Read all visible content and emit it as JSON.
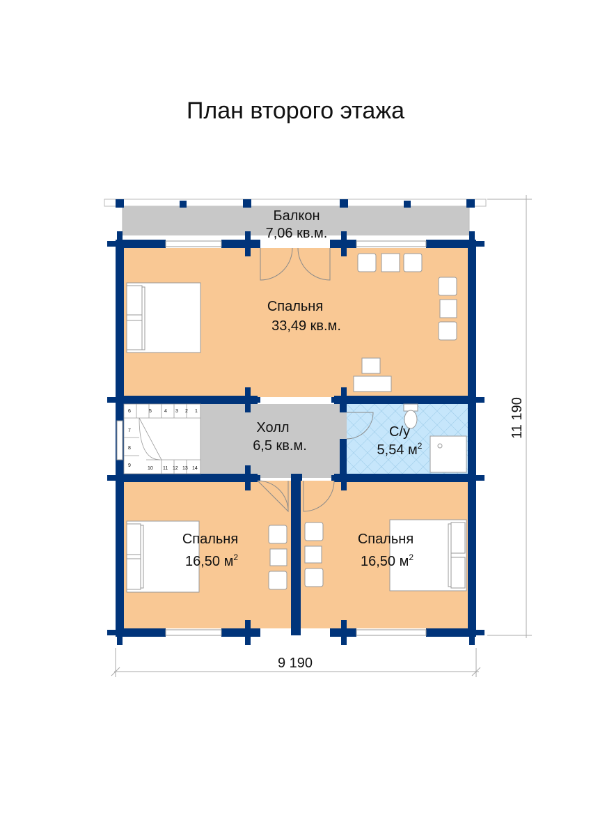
{
  "title": "План второго этажа",
  "colors": {
    "wall": "#00347a",
    "bedroom": "#f9c894",
    "hall": "#c8c8c8",
    "bathroom": "#c6e6fb",
    "balcony": "#c8c8c8",
    "furniture": "#ffffff"
  },
  "rooms": {
    "balcony": {
      "name": "Балкон",
      "area": "7,06 кв.м."
    },
    "bedroom_main": {
      "name": "Спальня",
      "area": "33,49 кв.м."
    },
    "hall": {
      "name": "Холл",
      "area": "6,5 кв.м."
    },
    "bathroom": {
      "name": "С/у",
      "area": "5,54 м",
      "sup": "2"
    },
    "bedroom_left": {
      "name": "Спальня",
      "area": "16,50 м",
      "sup": "2"
    },
    "bedroom_right": {
      "name": "Спальня",
      "area": "16,50 м",
      "sup": "2"
    }
  },
  "stairs": {
    "top": [
      "6",
      "5",
      "4",
      "3",
      "2",
      "1"
    ],
    "left": [
      "7",
      "8",
      "9"
    ],
    "bottom": [
      "10",
      "11",
      "12",
      "13",
      "14"
    ]
  },
  "dimensions": {
    "width": "9 190",
    "height": "11 190"
  }
}
